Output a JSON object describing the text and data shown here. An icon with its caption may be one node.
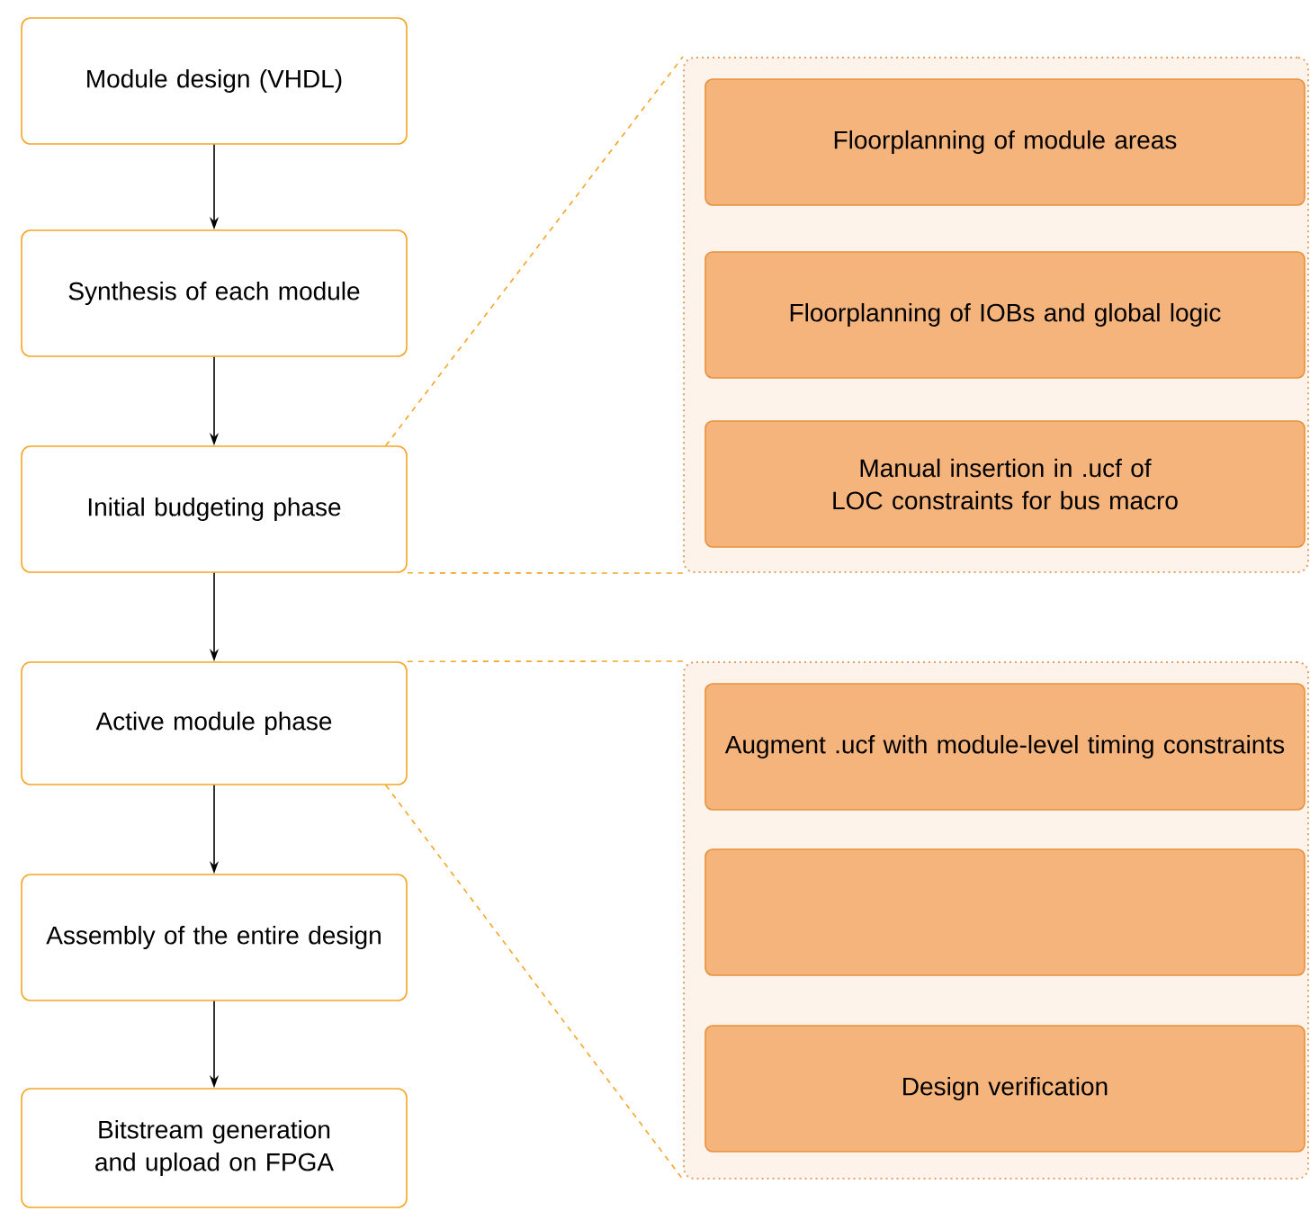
{
  "diagram": {
    "nodes": [
      {
        "text": [
          "Module design (VHDL)"
        ]
      },
      {
        "text": [
          "Synthesis of each module"
        ]
      },
      {
        "text": [
          "Initial budgeting phase"
        ]
      },
      {
        "text": [],
        "shape": "box"
      },
      {
        "text": [
          "Floorplanning of module areas"
        ],
        "in": 3
      },
      {
        "text": [
          "Floorplanning of IOBs and global logic"
        ],
        "in": 3
      },
      {
        "text": [
          "Manual insertion in .ucf of LOC constraints for bus macro"
        ],
        "in": 3
      },
      {
        "text": [
          "Active module phase"
        ]
      },
      {
        "text": [],
        "shape": "box"
      },
      {
        "text": [
          "Augment .ucf with module-level timing constraints"
        ],
        "in": 8
      },
      {
        "text": [],
        "shape": "box",
        "in": 8
      },
      {
        "text": [
          "Design verification"
        ],
        "in": 8
      },
      {
        "text": [
          "Assembly of the entire design"
        ]
      },
      {
        "text": [
          "Bitstream generation and upload on FPGA"
        ]
      }
    ],
    "edges": [
      {
        "from": 0,
        "to": 1,
        "arrow": "to"
      },
      {
        "from": 1,
        "to": 2,
        "arrow": "to"
      },
      {
        "from": 2,
        "to": 7,
        "arrow": "to"
      },
      {
        "from": 7,
        "to": 12,
        "arrow": "to"
      },
      {
        "from": 12,
        "to": 13,
        "arrow": "to"
      },
      {
        "from": 2,
        "to": 3,
        "arrow": "none",
        "style": "dashed",
        "color": "#f5a524"
      },
      {
        "from": 2,
        "to": 3,
        "arrow": "none",
        "style": "dashed",
        "color": "#f5a524"
      },
      {
        "from": 7,
        "to": 8,
        "arrow": "none",
        "style": "dashed",
        "color": "#f5a524"
      },
      {
        "from": 7,
        "to": 8,
        "arrow": "none",
        "style": "dashed",
        "color": "#f5a524"
      }
    ]
  }
}
